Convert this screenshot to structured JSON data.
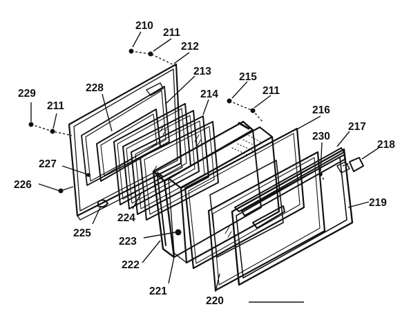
{
  "diagram": {
    "labels": {
      "p210": "210",
      "p211_top": "211",
      "p212": "212",
      "p213": "213",
      "p214": "214",
      "p215": "215",
      "p211_right": "211",
      "p216": "216",
      "p217": "217",
      "p218": "218",
      "p219": "219",
      "p220": "220",
      "p221": "221",
      "p222": "222",
      "p223": "223",
      "p224": "224",
      "p225": "225",
      "p226": "226",
      "p227": "227",
      "p228": "228",
      "p229": "229",
      "p211_left": "211",
      "p230": "230"
    }
  }
}
